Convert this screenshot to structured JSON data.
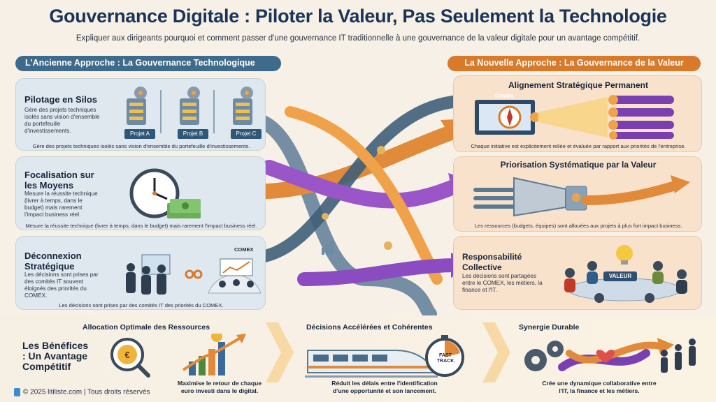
{
  "title": "Gouvernance Digitale : Piloter la Valeur, Pas Seulement la Technologie",
  "subtitle": "Expliquer aux dirigeants pourquoi et comment passer d'une gouvernance IT traditionnelle à une gouvernance de la valeur digitale pour un avantage compétitif.",
  "old_approach": {
    "header": "L'Ancienne Approche : La Gouvernance Technologique",
    "cards": [
      {
        "title": "Pilotage en Silos",
        "desc": "Gère des projets techniques isolés sans vision d'ensemble du portefeuille d'investissements.",
        "foot": "Gère des projets techniques isolés sans vision d'ensemble du portefeuille d'investissements.",
        "labels": [
          "Projet A",
          "Projet B",
          "Projet C"
        ]
      },
      {
        "title": "Focalisation sur les Moyens",
        "desc": "Mesure la réussite technique (livrer à temps, dans le budget) mais rarement l'impact business réel.",
        "foot": "Mesure la réussite technique (livrer à temps, dans le budget) mais rarement l'impact business réel."
      },
      {
        "title": "Déconnexion Stratégique",
        "desc": "Les décisions sont prises par des comités IT souvent éloignés des priorités du COMEX.",
        "foot": "Les décisions sont prises par des comités IT des priorités du COMEX.",
        "board_label": "COMEX"
      }
    ]
  },
  "new_approach": {
    "header": "La Nouvelle Approche : La Gouvernance de la Valeur",
    "cards": [
      {
        "title": "Alignement Stratégique Permanent",
        "foot": "Chaque initiative est explicitement reliée et évaluée par rapport aux priorités de l'entreprise.",
        "board_label": "COMEX"
      },
      {
        "title": "Priorisation Systématique par la Valeur",
        "foot": "Les ressources (budgets, équipes) sont allouées aux projets à plus fort impact business."
      },
      {
        "title": "Responsabilité Collective",
        "desc": "Les décisions sont partagées entre le COMEX, les métiers, la finance et l'IT.",
        "badge": "VALEUR"
      }
    ]
  },
  "benefits": {
    "title": "Les Bénéfices : Un Avantage Compétitif",
    "items": [
      {
        "title": "Allocation Optimale des Ressources",
        "desc": "Maximise le retour de chaque euro investi dans le digital.",
        "symbol": "€"
      },
      {
        "title": "Décisions Accélérées et Cohérentes",
        "desc": "Réduit les délais entre l'identification d'une opportunité et son lancement.",
        "badge": "FAST TRACK"
      },
      {
        "title": "Synergie Durable",
        "desc": "Crée une dynamique collaborative entre l'IT, la finance et les métiers."
      }
    ]
  },
  "footer": "© 2025 litiliste.com | Tous droits réservés",
  "colors": {
    "navy": "#1a3458",
    "steel": "#3e6a8c",
    "orange": "#d9792a",
    "purple": "#7a3fb0"
  },
  "icons": [
    "gear-icon",
    "server-icon",
    "clock-icon",
    "money-icon",
    "people-icon",
    "compass-icon",
    "funnel-icon",
    "magnifier-icon",
    "train-icon",
    "stopwatch-icon",
    "heart-icon"
  ]
}
